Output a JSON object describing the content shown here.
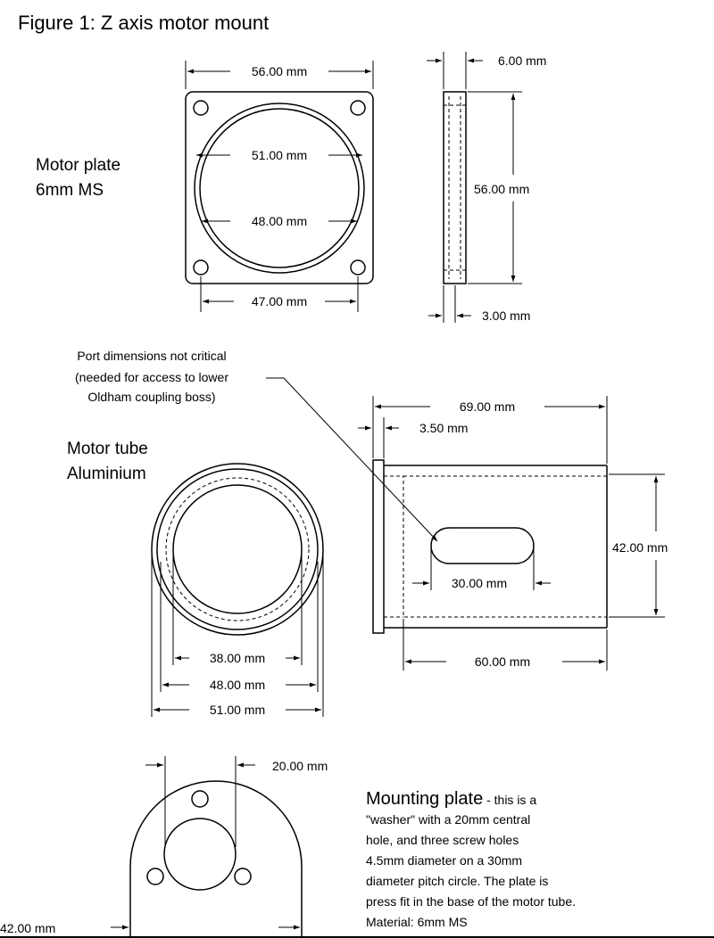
{
  "figure_title": "Figure 1: Z axis motor mount",
  "motor_plate": {
    "label_line1": "Motor plate",
    "label_line2": "6mm MS",
    "dim_width": "56.00 mm",
    "dim_outer_bore": "51.00 mm",
    "dim_inner_bore": "48.00 mm",
    "dim_hole_spacing": "47.00 mm",
    "dim_thickness": "6.00 mm",
    "dim_height": "56.00 mm",
    "dim_recess": "3.00 mm"
  },
  "port_note": {
    "line1": "Port dimensions not critical",
    "line2": "(needed for access to lower",
    "line3": "Oldham coupling boss)"
  },
  "motor_tube": {
    "label_line1": "Motor tube",
    "label_line2": "Aluminium",
    "dim_bore": "38.00 mm",
    "dim_inner": "48.00 mm",
    "dim_outer": "51.00 mm",
    "dim_length": "69.00 mm",
    "dim_flange": "3.50 mm",
    "dim_diameter": "42.00 mm",
    "dim_port": "30.00 mm",
    "dim_body": "60.00 mm"
  },
  "mounting_plate": {
    "dim_hole": "20.00 mm",
    "dim_diameter": "42.00 mm",
    "title": "Mounting plate",
    "title_suffix": " - this is a",
    "desc_lines": [
      "\"washer\" with a 20mm central",
      "hole, and three screw holes",
      "4.5mm diameter on a 30mm",
      "diameter pitch circle. The plate is",
      "press fit in the base of the motor tube.",
      "Material: 6mm MS"
    ]
  }
}
